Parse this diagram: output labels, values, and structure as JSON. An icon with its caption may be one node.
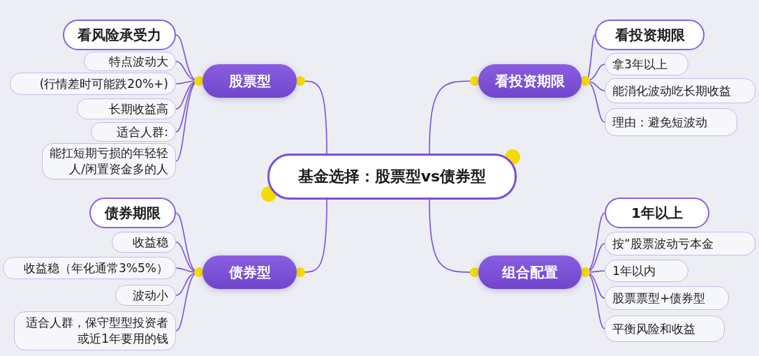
{
  "diagram": {
    "nodes": [
      {
        "text": [
          "基金选择：股票型vs债券型"
        ]
      },
      {
        "text": [
          "股票型"
        ]
      },
      {
        "text": [
          "看风险承受力"
        ]
      },
      {
        "text": [
          "特点波动大"
        ]
      },
      {
        "text": [
          "(行情差时可能跌20%+)"
        ]
      },
      {
        "text": [
          "长期收益高"
        ]
      },
      {
        "text": [
          "适合人群:"
        ]
      },
      {
        "text": [
          "能扛短期亏损的年轻轻人/闲置资金多的人"
        ]
      },
      {
        "text": [
          "看投资期限"
        ]
      },
      {
        "text": [
          "看投资期限"
        ]
      },
      {
        "text": [
          "拿3年以上"
        ]
      },
      {
        "text": [
          "能消化波动吃长期收益"
        ]
      },
      {
        "text": [
          "理由：避免短波动"
        ]
      },
      {
        "text": [
          "债券型"
        ]
      },
      {
        "text": [
          "债券期限"
        ]
      },
      {
        "text": [
          "收益稳"
        ]
      },
      {
        "text": [
          "收益稳（年化通常3%5%）"
        ]
      },
      {
        "text": [
          "波动小"
        ]
      },
      {
        "text": [
          "适合人群，保守型型投资者或近1年要用的钱"
        ]
      },
      {
        "text": [
          "组合配置"
        ]
      },
      {
        "text": [
          "1年以上"
        ]
      },
      {
        "text": [
          "按“股票波动亏本金"
        ]
      },
      {
        "text": [
          "1年以内"
        ]
      },
      {
        "text": [
          "股票票型+债券型"
        ]
      },
      {
        "text": [
          "平衡风险和收益"
        ]
      }
    ],
    "edges": [
      {
        "from": 0,
        "to": 1,
        "arrow": "none"
      },
      {
        "from": 0,
        "to": 8,
        "arrow": "none"
      },
      {
        "from": 0,
        "to": 13,
        "arrow": "none"
      },
      {
        "from": 0,
        "to": 19,
        "arrow": "none"
      },
      {
        "from": 1,
        "to": 2,
        "arrow": "none"
      },
      {
        "from": 1,
        "to": 3,
        "arrow": "none"
      },
      {
        "from": 1,
        "to": 4,
        "arrow": "none"
      },
      {
        "from": 1,
        "to": 5,
        "arrow": "none"
      },
      {
        "from": 1,
        "to": 6,
        "arrow": "none"
      },
      {
        "from": 1,
        "to": 7,
        "arrow": "none"
      },
      {
        "from": 8,
        "to": 9,
        "arrow": "none"
      },
      {
        "from": 8,
        "to": 10,
        "arrow": "none"
      },
      {
        "from": 8,
        "to": 11,
        "arrow": "none"
      },
      {
        "from": 8,
        "to": 12,
        "arrow": "none"
      },
      {
        "from": 13,
        "to": 14,
        "arrow": "none"
      },
      {
        "from": 13,
        "to": 15,
        "arrow": "none"
      },
      {
        "from": 13,
        "to": 16,
        "arrow": "none"
      },
      {
        "from": 13,
        "to": 17,
        "arrow": "none"
      },
      {
        "from": 13,
        "to": 18,
        "arrow": "none"
      },
      {
        "from": 19,
        "to": 20,
        "arrow": "none"
      },
      {
        "from": 19,
        "to": 21,
        "arrow": "none"
      },
      {
        "from": 19,
        "to": 22,
        "arrow": "none"
      },
      {
        "from": 19,
        "to": 23,
        "arrow": "none"
      },
      {
        "from": 19,
        "to": 24,
        "arrow": "none"
      }
    ]
  }
}
